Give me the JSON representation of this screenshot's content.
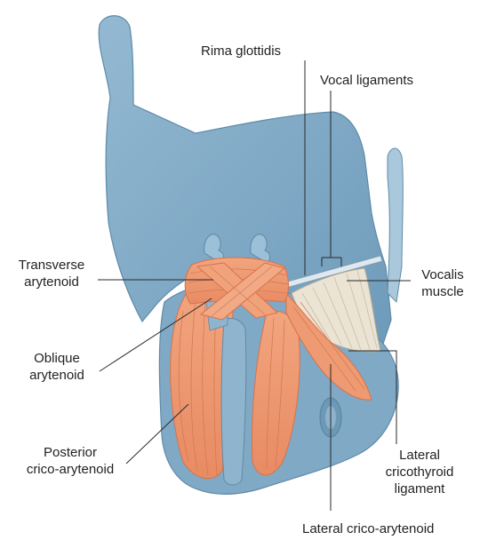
{
  "labels": {
    "rima_glottidis": "Rima glottidis",
    "vocal_ligaments": "Vocal ligaments",
    "transverse_arytenoid": [
      "Transverse",
      "arytenoid"
    ],
    "vocalis_muscle": [
      "Vocalis",
      "muscle"
    ],
    "oblique_arytenoid": [
      "Oblique",
      "arytenoid"
    ],
    "posterior_crico_arytenoid": [
      "Posterior",
      "crico-arytenoid"
    ],
    "lateral_cricothyroid_ligament": [
      "Lateral",
      "cricothyroid",
      "ligament"
    ],
    "lateral_crico_arytenoid": "Lateral crico-arytenoid"
  },
  "colors": {
    "cartilage": "#7da7c3",
    "cartilage_dark": "#5f8aa8",
    "cartilage_light": "#a9c8dc",
    "muscle": "#ef9a72",
    "muscle_line": "#d9714a",
    "vocalis": "#e9e2d2",
    "leader_line": "#2a2a2a"
  }
}
